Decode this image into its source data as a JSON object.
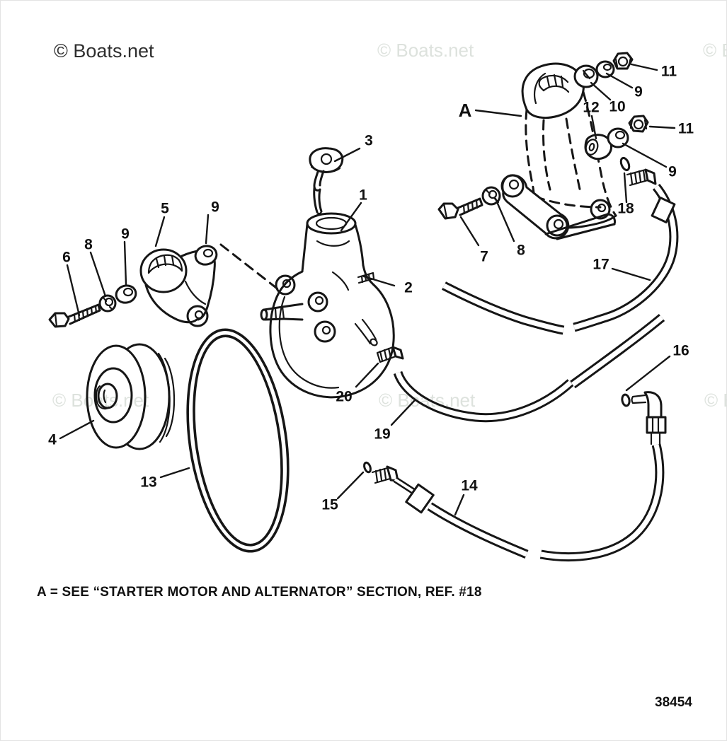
{
  "colors": {
    "line": "#161616",
    "label": "#111111",
    "watermark_dark": "#2e2e2e",
    "watermark_light": "#dde2dd"
  },
  "watermarks": [
    {
      "text": "© Boats.net",
      "variant": "dark"
    },
    {
      "text": "© Boats.net",
      "variant": "light"
    },
    {
      "text": "© B",
      "variant": "light"
    },
    {
      "text": "© Boats.net",
      "variant": "light"
    },
    {
      "text": "© Boats.net",
      "variant": "light"
    },
    {
      "text": "© B",
      "variant": "light"
    }
  ],
  "section_label": "A",
  "callouts": [
    {
      "label": "3"
    },
    {
      "label": "1"
    },
    {
      "label": "5"
    },
    {
      "label": "9"
    },
    {
      "label": "9"
    },
    {
      "label": "8"
    },
    {
      "label": "6"
    },
    {
      "label": "2"
    },
    {
      "label": "7"
    },
    {
      "label": "8"
    },
    {
      "label": "12"
    },
    {
      "label": "10"
    },
    {
      "label": "9"
    },
    {
      "label": "11"
    },
    {
      "label": "11"
    },
    {
      "label": "9"
    },
    {
      "label": "18"
    },
    {
      "label": "17"
    },
    {
      "label": "16"
    },
    {
      "label": "20"
    },
    {
      "label": "19"
    },
    {
      "label": "4"
    },
    {
      "label": "13"
    },
    {
      "label": "15"
    },
    {
      "label": "14"
    }
  ],
  "caption": "A = SEE “STARTER MOTOR AND ALTERNATOR” SECTION, REF. #18",
  "part_number": "38454"
}
